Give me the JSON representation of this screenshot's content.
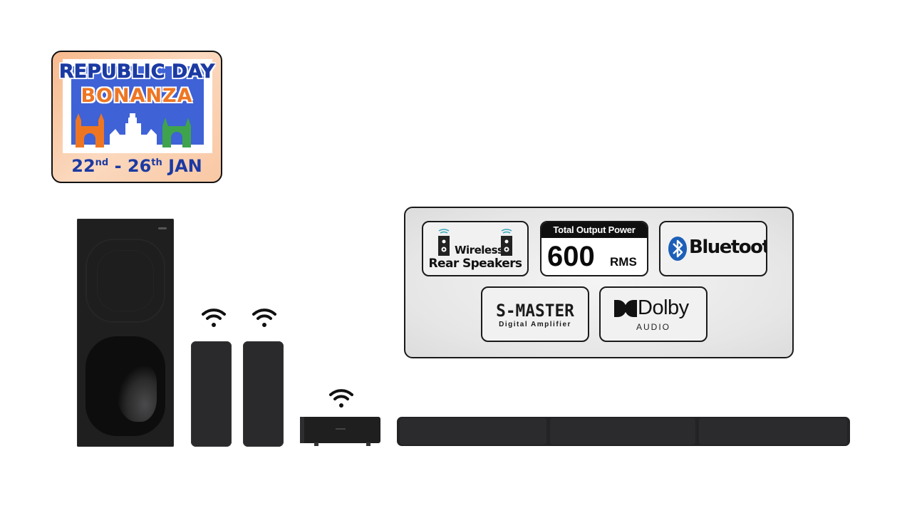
{
  "promo": {
    "line1": "REPUBLIC DAY",
    "line2": "BONANZA",
    "date_start_day": "22",
    "date_start_suffix": "nd",
    "separator": " - ",
    "date_end_day": "26",
    "date_end_suffix": "th",
    "month": " JAN",
    "colors": {
      "blue": "#1b3aa3",
      "orange": "#ee7623",
      "green": "#3fa34d",
      "background": "#f7b98d"
    }
  },
  "products": {
    "items": [
      "subwoofer",
      "wireless-rear-speaker-left",
      "wireless-rear-speaker-right",
      "wireless-transmitter",
      "soundbar"
    ],
    "icons": [
      "wifi-icon",
      "wifi-icon",
      "wifi-icon"
    ]
  },
  "features": {
    "wireless_rear": {
      "line1": "Wireless",
      "line2": "Rear Speakers"
    },
    "output_power": {
      "heading": "Total Output Power",
      "value": "600",
      "unit": "RMS"
    },
    "bluetooth": {
      "label": "Bluetooth",
      "mark": "®"
    },
    "smaster": {
      "title": "S-MASTER",
      "subtitle": "Digital Amplifier"
    },
    "dolby": {
      "title": "Dolby",
      "subtitle": "AUDIO"
    },
    "colors": {
      "bluetooth_blue": "#1d5fb8",
      "panel_border": "#1a1a1a"
    }
  }
}
